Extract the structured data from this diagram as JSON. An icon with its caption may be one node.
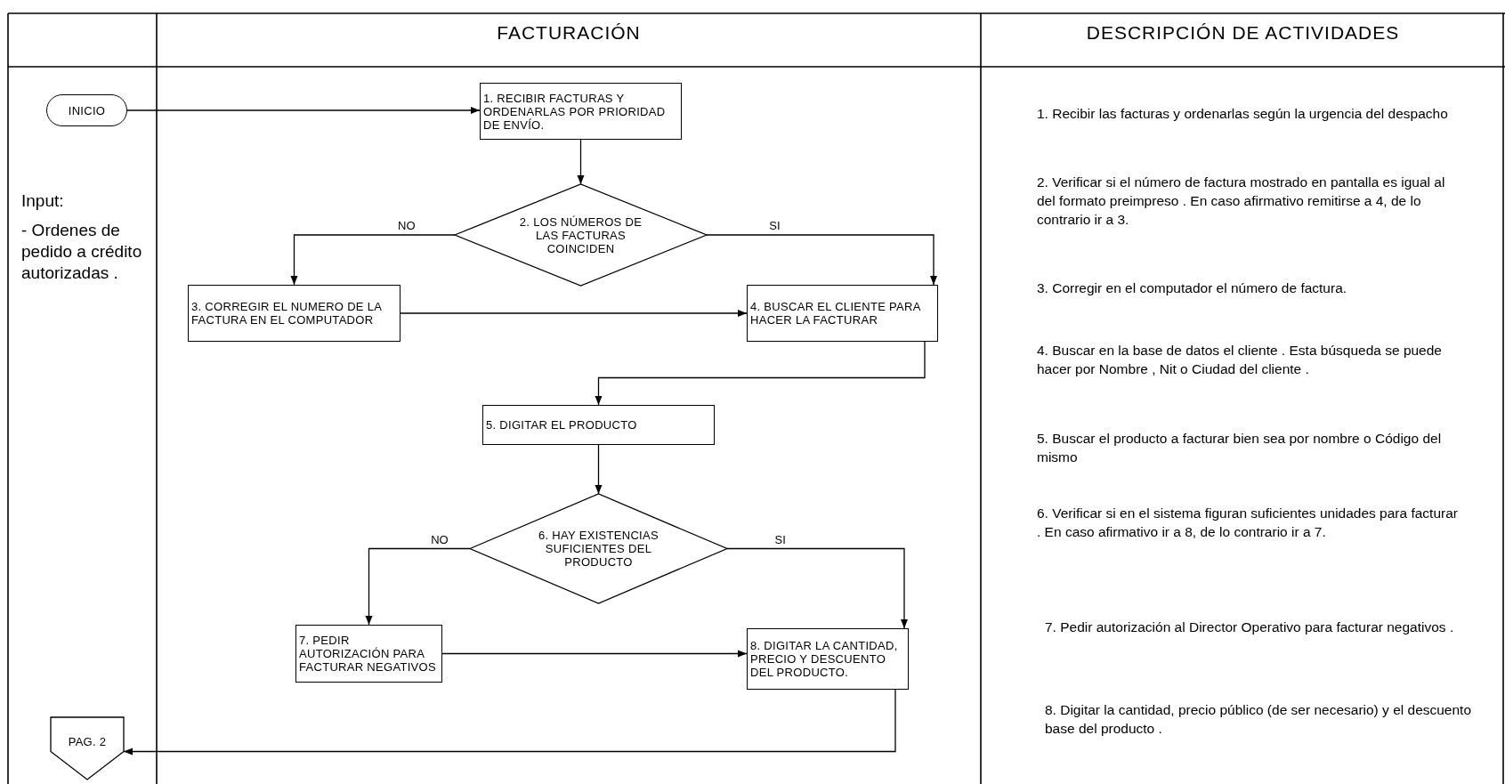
{
  "diagram": {
    "nodes": [
      {
        "text": [
          "INICIO"
        ]
      },
      {
        "text": [
          "1. RECIBIR FACTURAS Y ORDENARLAS POR PRIORIDAD DE ENVÍO."
        ]
      },
      {
        "text": [
          "2. LOS NÚMEROS DE LAS FACTURAS COINCIDEN"
        ]
      },
      {
        "text": [
          "3. CORREGIR EL NUMERO DE LA FACTURA EN EL COMPUTADOR"
        ]
      },
      {
        "text": [
          "4. BUSCAR EL CLIENTE PARA HACER LA FACTURAR"
        ]
      },
      {
        "text": [
          "5. DIGITAR EL PRODUCTO"
        ]
      },
      {
        "text": [
          "6. HAY EXISTENCIAS SUFICIENTES DEL PRODUCTO"
        ]
      },
      {
        "text": [
          "7. PEDIR AUTORIZACIÓN PARA FACTURAR NEGATIVOS"
        ]
      },
      {
        "text": [
          "8. DIGITAR LA CANTIDAD, PRECIO Y DESCUENTO DEL PRODUCTO."
        ]
      },
      {
        "text": [
          "PAG. 2"
        ]
      }
    ],
    "edges": [
      {
        "from": 0,
        "to": 1,
        "arrow": "to"
      },
      {
        "from": 1,
        "to": 2,
        "arrow": "to"
      },
      {
        "from": 2,
        "to": 3,
        "arrow": "to",
        "label": "NO"
      },
      {
        "from": 2,
        "to": 4,
        "arrow": "to",
        "label": "SI"
      },
      {
        "from": 3,
        "to": 4,
        "arrow": "to"
      },
      {
        "from": 4,
        "to": 5,
        "arrow": "to"
      },
      {
        "from": 5,
        "to": 6,
        "arrow": "to"
      },
      {
        "from": 6,
        "to": 7,
        "arrow": "to",
        "label": "NO"
      },
      {
        "from": 6,
        "to": 8,
        "arrow": "to",
        "label": "SI"
      },
      {
        "from": 7,
        "to": 8,
        "arrow": "to"
      },
      {
        "from": 8,
        "to": 9,
        "arrow": "to"
      }
    ],
    "labels": [
      "FACTURACIÓN",
      "DESCRIPCIÓN DE ACTIVIDADES",
      "Input:",
      "- Ordenes de pedido a crédito autorizadas .",
      "1. Recibir las facturas y ordenarlas según la urgencia del despacho",
      "2. Verificar si el número de factura mostrado en pantalla es igual al del formato preimpreso . En caso afirmativo remitirse a 4, de lo contrario ir a 3.",
      "3. Corregir en el computador el número de factura.",
      "4. Buscar en la base de datos el cliente . Esta búsqueda se puede hacer por Nombre , Nit o Ciudad del cliente .",
      "5. Buscar el producto a facturar bien sea por nombre o Código del mismo",
      "6. Verificar si en el sistema figuran suficientes unidades para facturar . En caso afirmativo ir a 8, de lo contrario ir a 7.",
      "7. Pedir autorización al Director Operativo para facturar negativos .",
      "8. Digitar la cantidad, precio público (de ser necesario) y el descuento base del producto ."
    ]
  }
}
